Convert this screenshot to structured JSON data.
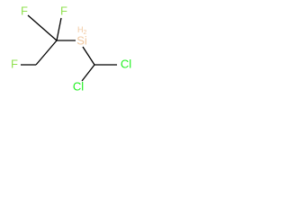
{
  "molecule": {
    "atoms": {
      "f_top_left": {
        "symbol": "F",
        "color": "#90E050"
      },
      "f_top_right": {
        "symbol": "F",
        "color": "#90E050"
      },
      "f_bottom_left": {
        "symbol": "F",
        "color": "#90E050"
      },
      "silicon": {
        "symbol": "Si",
        "hydrogen": "H",
        "hydrogen_count": "2",
        "color": "#F0C8A0"
      },
      "cl_upper": {
        "symbol": "Cl",
        "color": "#1FF01F"
      },
      "cl_lower": {
        "symbol": "Cl",
        "color": "#1FF01F"
      }
    }
  }
}
